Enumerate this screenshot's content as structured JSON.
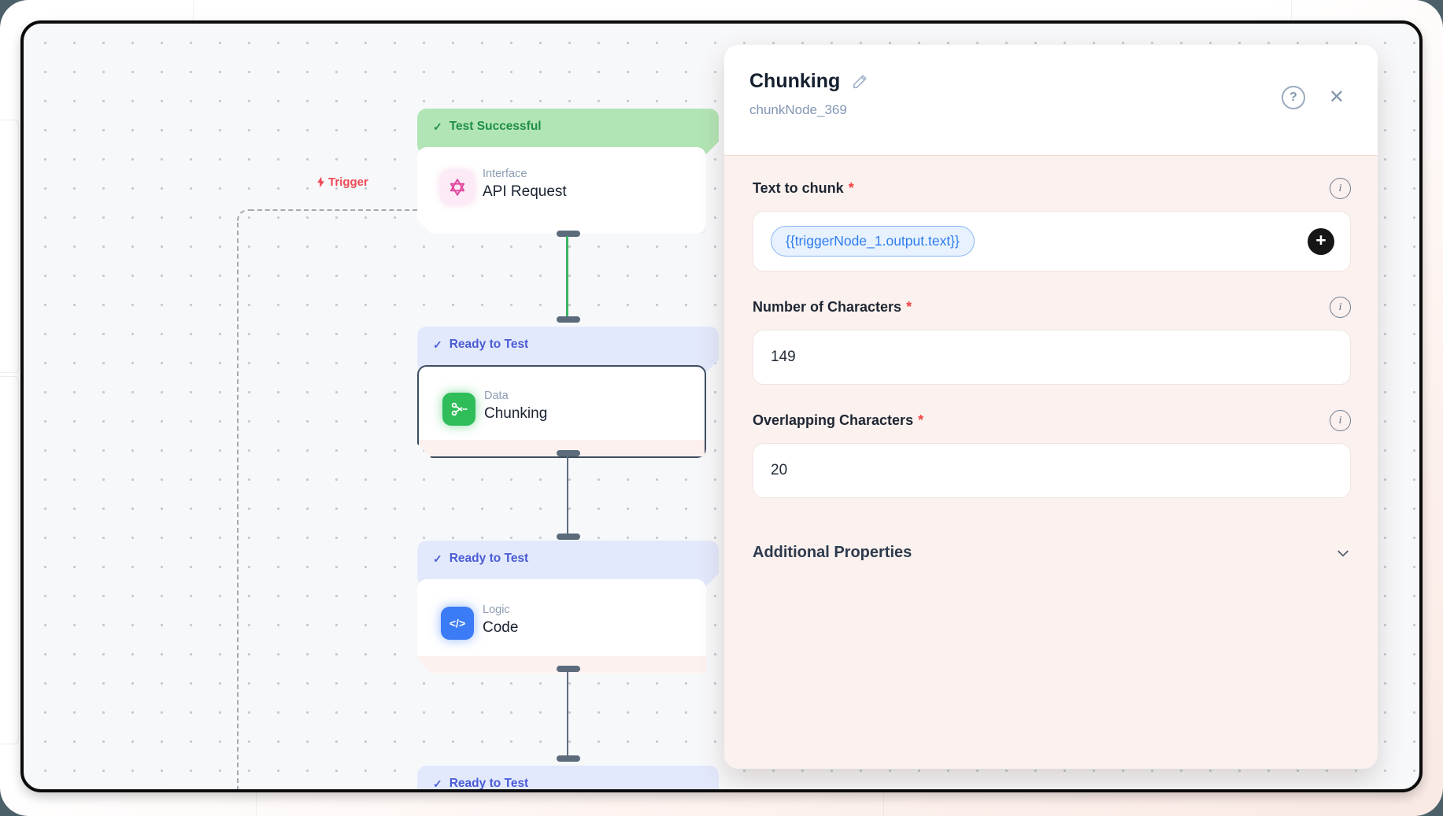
{
  "canvas": {
    "trigger_label": "Trigger",
    "nodes": {
      "api": {
        "badge": "Test Successful",
        "category": "Interface",
        "title": "API Request"
      },
      "chunking": {
        "badge": "Ready to Test",
        "category": "Data",
        "title": "Chunking"
      },
      "code": {
        "badge": "Ready to Test",
        "category": "Logic",
        "title": "Code"
      },
      "next": {
        "badge": "Ready to Test"
      }
    }
  },
  "panel": {
    "title": "Chunking",
    "node_id": "chunkNode_369",
    "fields": {
      "text_to_chunk": {
        "label": "Text to chunk",
        "required_mark": "*",
        "pill": "{{triggerNode_1.output.text}}"
      },
      "num_chars": {
        "label": "Number of Characters",
        "required_mark": "*",
        "value": "149"
      },
      "overlap_chars": {
        "label": "Overlapping Characters",
        "required_mark": "*",
        "value": "20"
      }
    },
    "additional_properties": {
      "label": "Additional Properties"
    }
  },
  "icons": {
    "check": "✓",
    "help": "?",
    "close": "✕",
    "plus": "+",
    "info": "i",
    "code_glyph": "</>"
  },
  "colors": {
    "success_bg": "#b2e5b5",
    "success_text": "#1f8f45",
    "ready_bg": "#e3e9fc",
    "ready_text": "#4a5cd5",
    "pill_blue": "#2e7cf0",
    "node_green": "#2ebd59",
    "node_blue": "#3b7bf5",
    "node_pink": "#e0459f",
    "trigger_red": "#ee4956"
  }
}
